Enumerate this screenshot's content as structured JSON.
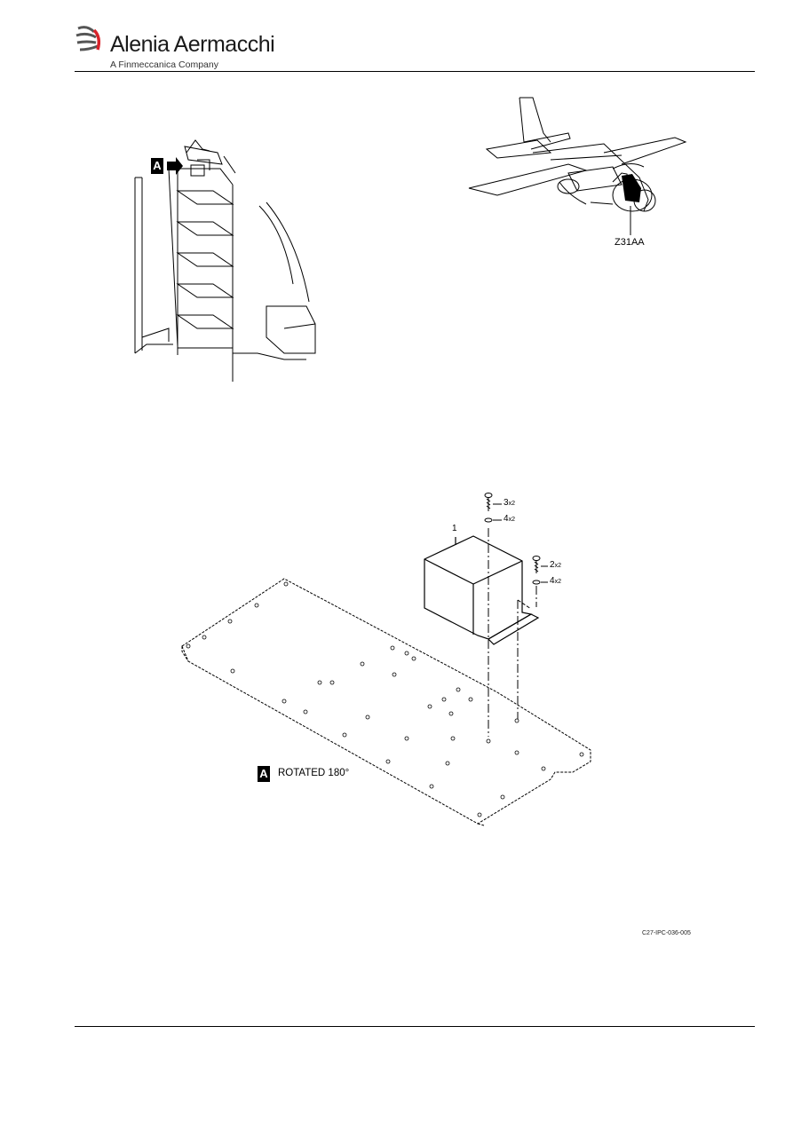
{
  "header": {
    "brand_name": "Alenia Aermacchi",
    "brand_sub": "A Finmeccanica Company",
    "logo_icon": "alenia-swoosh-icon",
    "brand_color": "#d8232a"
  },
  "figure": {
    "zone_label": "Z31AA",
    "view_letter": "A",
    "view_rotated_text": "ROTATED 180°",
    "figure_reference": "C27-IPC-036-005",
    "callouts": [
      {
        "item": "1",
        "qty": ""
      },
      {
        "item": "3",
        "qty": "x2"
      },
      {
        "item": "4",
        "qty": "x2"
      },
      {
        "item": "2",
        "qty": "x2"
      },
      {
        "item": "4",
        "qty": "x2"
      }
    ]
  }
}
